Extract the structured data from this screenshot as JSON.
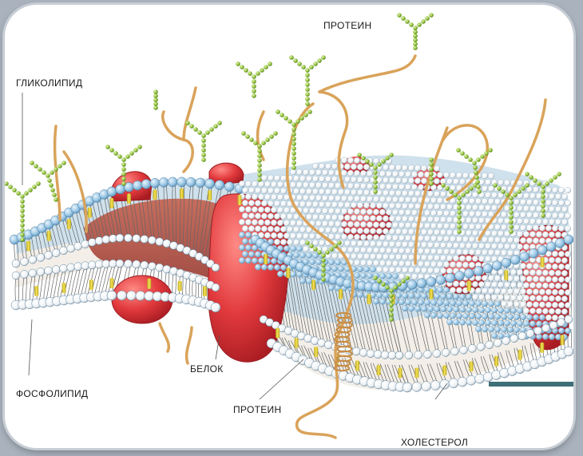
{
  "labels": {
    "glycolipid": "ГЛИКОЛИПИД",
    "protein_top": "ПРОТЕИН",
    "phospholipid": "ФОСФОЛИПИД",
    "protein_bottom": "ПРОТЕИН",
    "belok": "БЕЛОК",
    "cholesterol": "ХОЛЕСТЕРОЛ"
  },
  "colors": {
    "frame_background": "#a9b2bd",
    "head_blue": "#9cc8e6",
    "head_white": "#f4f7fa",
    "protein_red": "#e0393f",
    "cholesterol_yellow": "#e8d23a",
    "glyco_green": "#8fbf3a",
    "protein_chain": "#d9a35a",
    "pointer_bar": "#3f6f78"
  }
}
